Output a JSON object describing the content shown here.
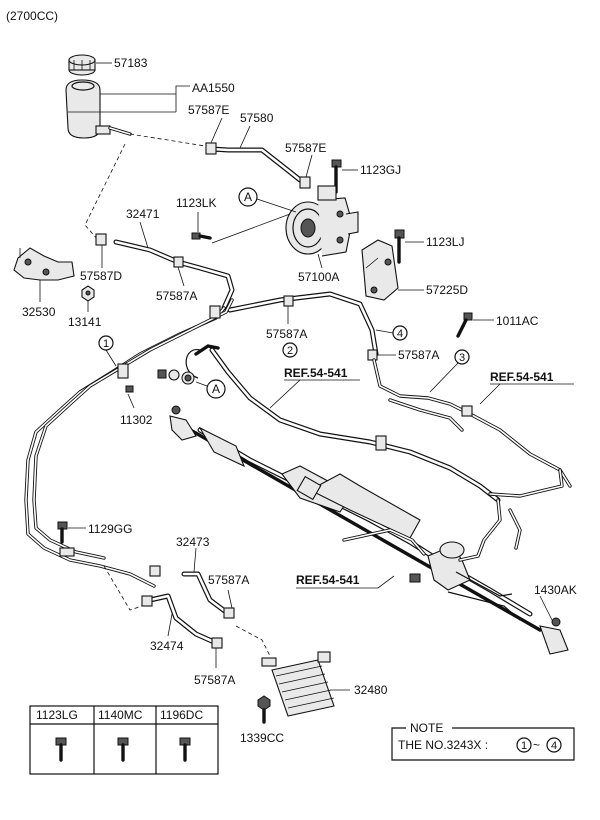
{
  "header": {
    "variant": "(2700CC)"
  },
  "parts": {
    "p57183": "57183",
    "pAA1550": "AA1550",
    "p57587E_a": "57587E",
    "p57580": "57580",
    "p57587E_b": "57587E",
    "p1123GJ": "1123GJ",
    "p1123LK": "1123LK",
    "p32471": "32471",
    "p57100A": "57100A",
    "p1123LJ": "1123LJ",
    "p57225D": "57225D",
    "p57587D": "57587D",
    "p57587A_a": "57587A",
    "p32530": "32530",
    "p13141": "13141",
    "p57587A_b": "57587A",
    "p1011AC": "1011AC",
    "p57587A_c": "57587A",
    "p11302": "11302",
    "p1129GG": "1129GG",
    "p32473": "32473",
    "p57587A_d": "57587A",
    "p32474": "32474",
    "p57587A_e": "57587A",
    "p1430AK": "1430AK",
    "p32480": "32480",
    "p1339CC": "1339CC"
  },
  "refs": {
    "ref_a": "REF.54-541",
    "ref_b": "REF.54-541",
    "ref_c": "REF.54-541"
  },
  "callouts": {
    "c1": "1",
    "c2": "2",
    "c3": "3",
    "c4": "4",
    "ca1": "A",
    "ca2": "A"
  },
  "fastener_table": {
    "headers": [
      "1123LG",
      "1140MC",
      "1196DC"
    ]
  },
  "note": {
    "title": "NOTE",
    "text": "THE NO.3243X :",
    "from": "1",
    "tilde": "~",
    "to": "4"
  }
}
